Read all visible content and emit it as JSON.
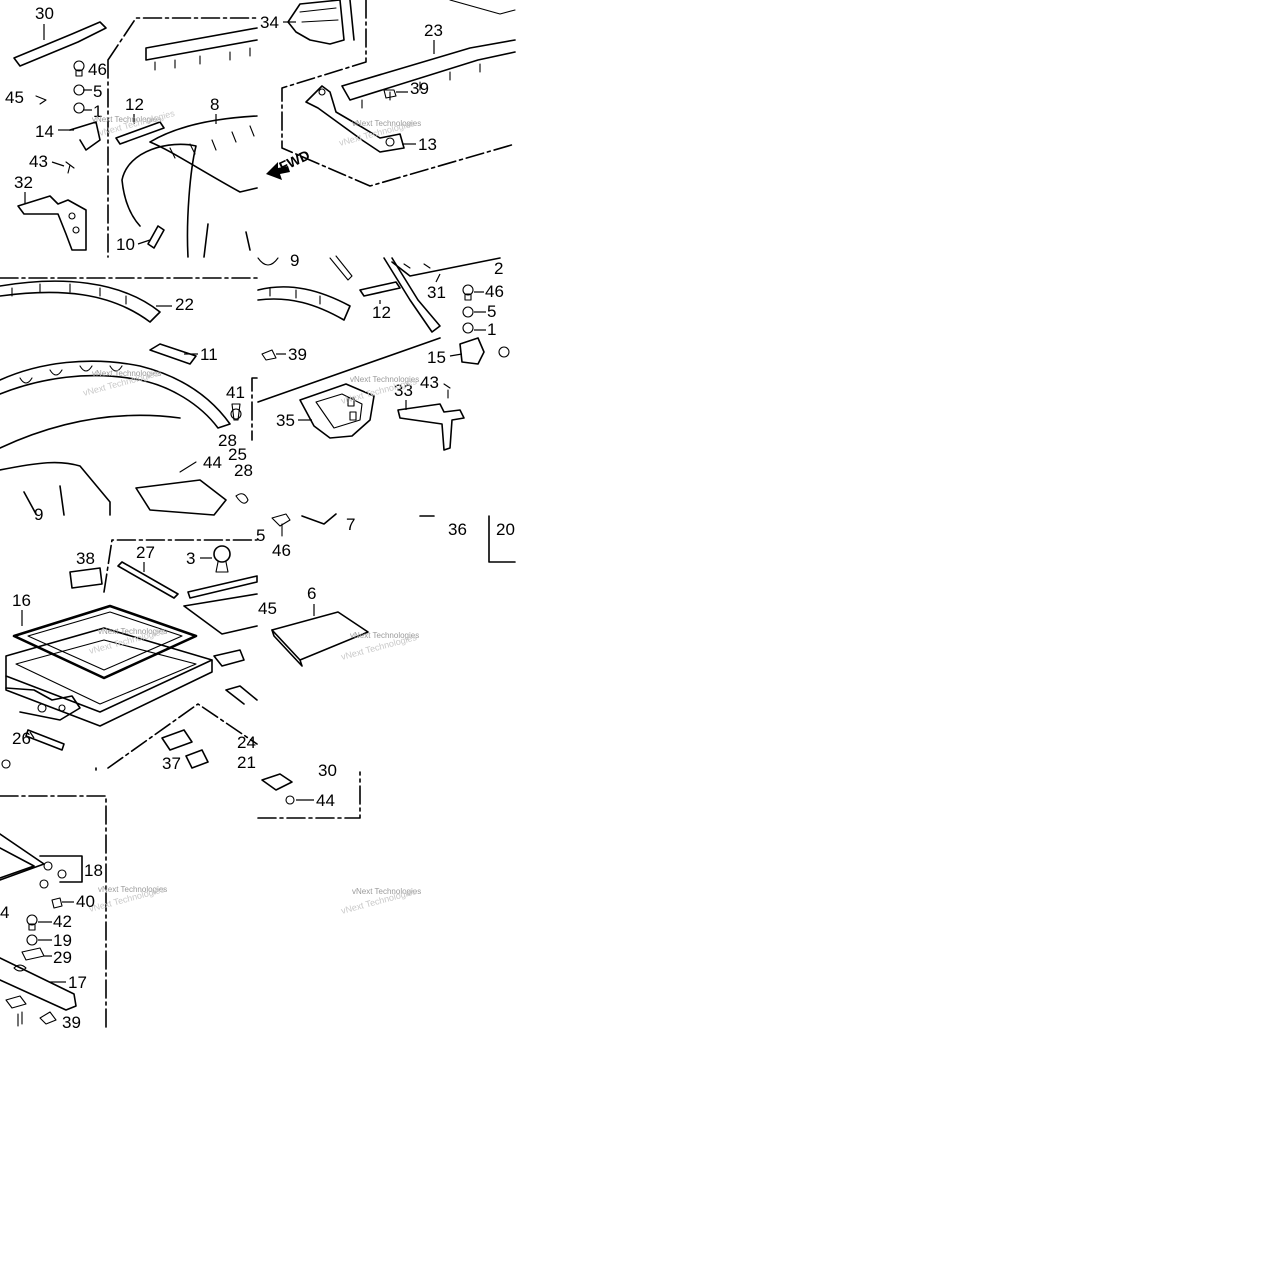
{
  "diagram": {
    "direction_label": "FWD",
    "watermark": "vNext Technologies",
    "callouts": {
      "t1": [
        "30",
        "46",
        "5",
        "1",
        "45",
        "14",
        "12",
        "8",
        "43",
        "32",
        "10"
      ],
      "t2": [
        "34",
        "23",
        "39",
        "13"
      ],
      "t3": [
        "22",
        "11",
        "41",
        "28",
        "25",
        "44",
        "28",
        "9"
      ],
      "t4": [
        "9",
        "2",
        "31",
        "46",
        "12",
        "5",
        "1",
        "39",
        "15",
        "43",
        "35",
        "33"
      ],
      "t5": [
        "38",
        "27",
        "3",
        "5",
        "16",
        "45",
        "26",
        "37",
        "24",
        "21"
      ],
      "t6": [
        "46",
        "7",
        "36",
        "20",
        "6",
        "44",
        "30"
      ],
      "t7": [
        "18",
        "40",
        "4",
        "42",
        "19",
        "29",
        "17",
        "39"
      ]
    }
  }
}
